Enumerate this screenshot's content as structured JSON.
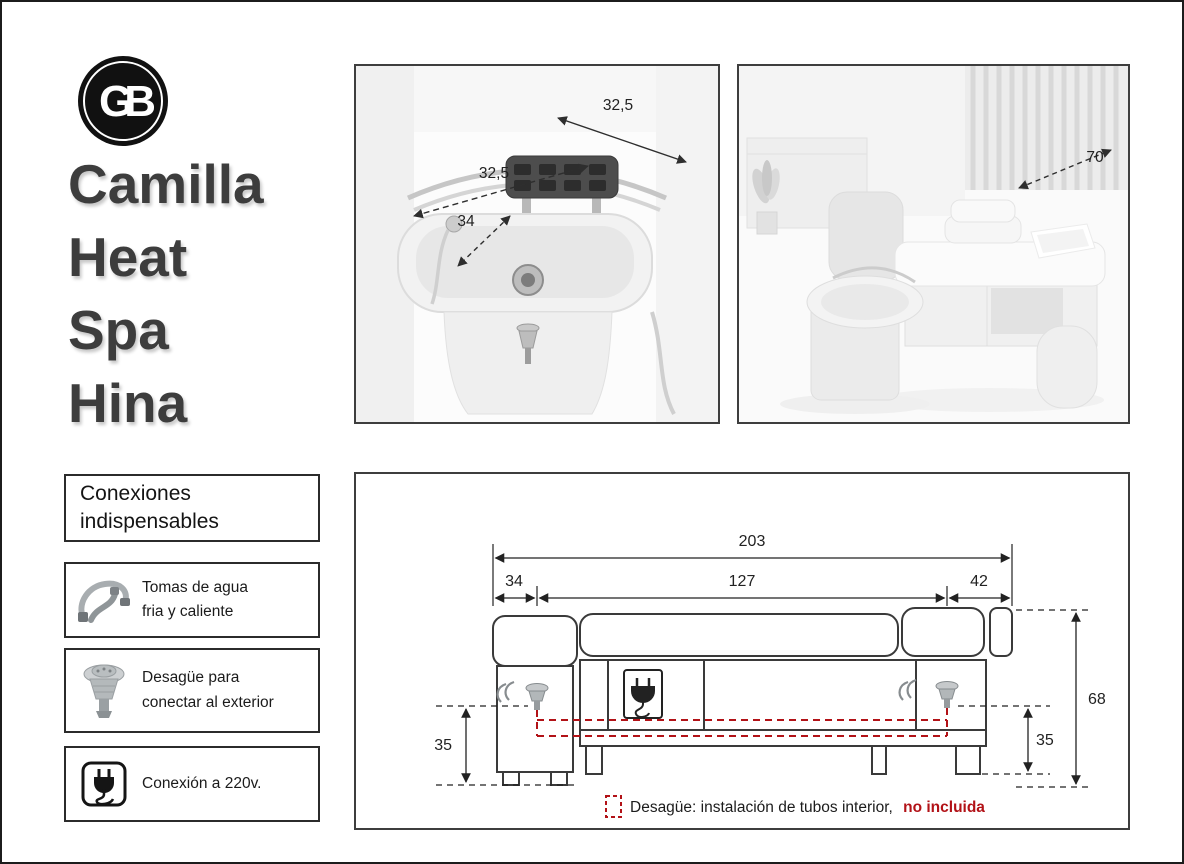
{
  "brand": {
    "logo_text": "GB"
  },
  "title": {
    "line1": "Camilla",
    "line2": "Heat",
    "line3": "Spa",
    "line4": "Hina"
  },
  "photo_basin": {
    "dim_width_back": "32,5",
    "dim_width_front": "32,5",
    "dim_drain": "34"
  },
  "photo_room": {
    "dim_width": "70"
  },
  "connections": {
    "header_line1": "Conexiones",
    "header_line2": "indispensables",
    "items": [
      {
        "name": "water-hoses",
        "label_line1": "Tomas de agua",
        "label_line2": "fria y caliente"
      },
      {
        "name": "drain",
        "label_line1": "Desagüe para",
        "label_line2": "conectar al exterior"
      },
      {
        "name": "power-plug",
        "label_line1": "Conexión a 220v.",
        "label_line2": ""
      }
    ]
  },
  "diagram": {
    "dim_total_width": "203",
    "dim_left": "34",
    "dim_center": "127",
    "dim_right": "42",
    "dim_left_height": "35",
    "dim_right_height": "35",
    "dim_total_height": "68",
    "note_text": "Desagüe: instalación de tubos interior,",
    "note_highlight": "no incluida",
    "red_color": "#b21217"
  }
}
